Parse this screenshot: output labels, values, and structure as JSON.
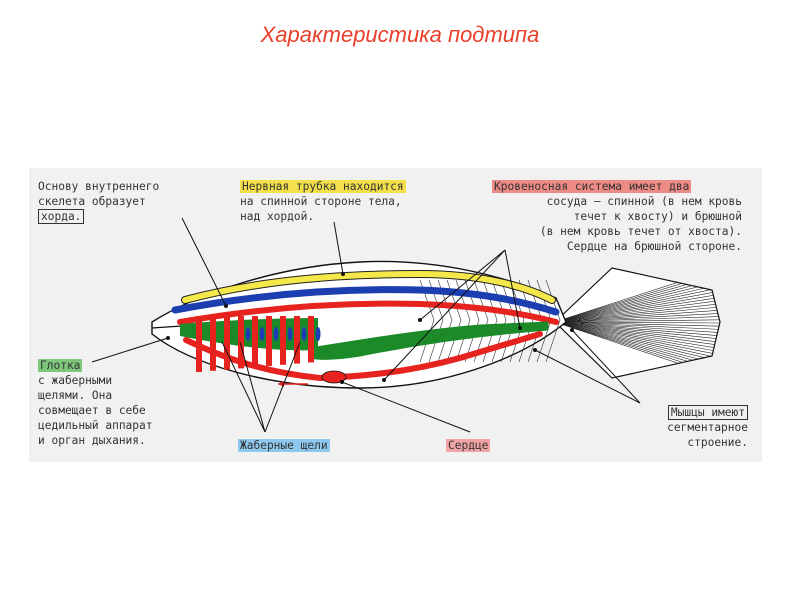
{
  "title": "Характеристика подтипа",
  "colors": {
    "title": "#e8402a",
    "yellow": "#f4e84a",
    "red": "#e6231e",
    "blue": "#1b3fb0",
    "green": "#1d8a2a",
    "label_red_bg": "#ee8b86",
    "label_yellow_bg": "#f4e04a",
    "label_green_bg": "#7ec77a",
    "label_blue_bg": "#8ec8ee",
    "label_pink_bg": "#f2a3a6"
  },
  "labels": {
    "skeleton": [
      "Основу внутреннего",
      "скелета образует",
      "хорда."
    ],
    "nerve": [
      "Нервная трубка находится",
      "на спинной стороне тела,",
      "над хордой."
    ],
    "blood": [
      "Кровеносная система имеет два",
      "сосуда — спинной (в нем кровь",
      "течет к хвосту) и брюшной",
      "(в  нем кровь течет от хвоста).",
      "Сердце на брюшной стороне."
    ],
    "pharynx": [
      "Глотка",
      "с жаберными",
      "щелями. Она",
      "совмещает в себе",
      "цедильный аппарат",
      "и орган дыхания."
    ],
    "gill_slits": "Жаберные щели",
    "heart": "Сердце",
    "muscles": [
      "Мышцы имеют",
      "сегментарное",
      "строение."
    ]
  }
}
